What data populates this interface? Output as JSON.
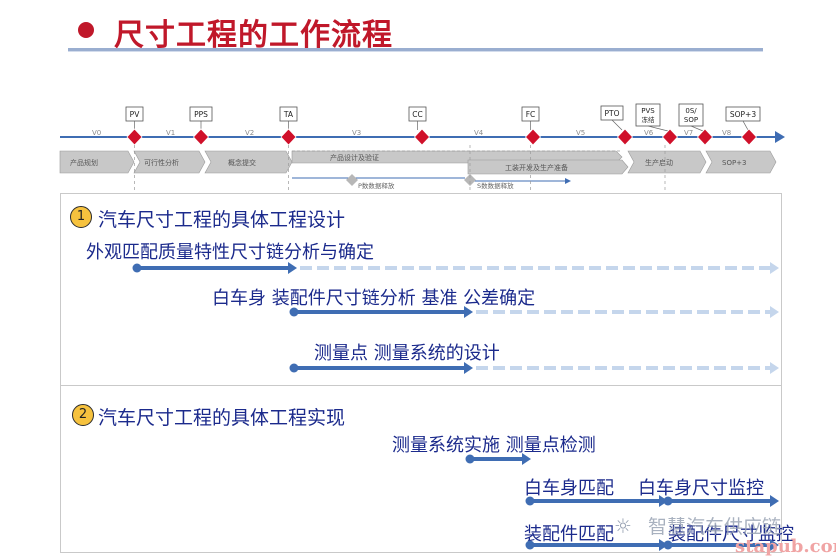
{
  "title": "尺寸工程的工作流程",
  "timeline": {
    "gates": [
      "PV",
      "PPS",
      "TA",
      "CC",
      "FC",
      "PTO",
      "PVS\n冻结",
      "0S/\nSOP",
      "SOP+3"
    ],
    "versions": [
      "V0",
      "V1",
      "V2",
      "V3",
      "V4",
      "V5",
      "V6",
      "V7",
      "V8"
    ],
    "phases": [
      "产品规划",
      "可行性分析",
      "概念提交",
      "产品设计及验证",
      "工装开发及生产准备",
      "生产启动",
      "SOP+3"
    ],
    "sub_labels": [
      "P数数据释放",
      "S数数据释放"
    ]
  },
  "section1": {
    "num": "1",
    "title": "汽车尺寸工程的具体工程设计",
    "tasks": [
      "外观匹配质量特性尺寸链分析与确定",
      "白车身  装配件尺寸链分析  基准  公差确定",
      "测量点  测量系统的设计"
    ]
  },
  "section2": {
    "num": "2",
    "title": "汽车尺寸工程的具体工程实现",
    "tasks": [
      "测量系统实施  测量点检测",
      "白车身匹配",
      "白车身尺寸监控",
      "装配件匹配",
      "装配件尺寸监控"
    ]
  },
  "watermark": "智慧汽车供应链",
  "site": "stapub.com",
  "colors": {
    "accent": "#c0182a",
    "text_blue": "#1b2a8c",
    "flow_blue": "#3f6db3",
    "flow_light": "#c5d6ec"
  }
}
